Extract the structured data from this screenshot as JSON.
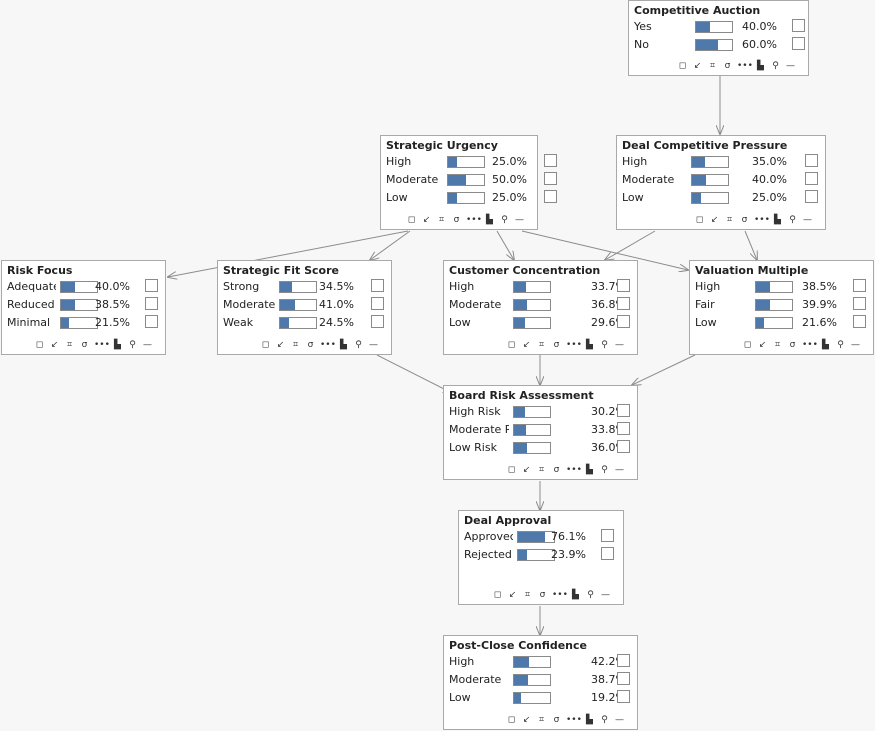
{
  "colors": {
    "bar_fill": "#4f79aa",
    "edge": "#8c8c8c",
    "background": "#f7f7f7"
  },
  "toolbar_icons": [
    "square-icon",
    "arrow-icon",
    "hash-icon",
    "sigma-icon",
    "more-icon",
    "histogram-icon",
    "search-icon",
    "minimize-icon"
  ],
  "toolbar_glyphs": [
    "◻",
    "↙",
    "⌗",
    "σ",
    "•••",
    "▙",
    "⚲",
    "—"
  ],
  "nodes": [
    {
      "id": "competitive-auction",
      "title": "Competitive Auction",
      "states": [
        {
          "label": "Yes",
          "value": 0.4,
          "pct": "40.0%"
        },
        {
          "label": "No",
          "value": 0.6,
          "pct": "60.0%"
        }
      ]
    },
    {
      "id": "strategic-urgency",
      "title": "Strategic Urgency",
      "states": [
        {
          "label": "High",
          "value": 0.25,
          "pct": "25.0%"
        },
        {
          "label": "Moderate",
          "value": 0.5,
          "pct": "50.0%"
        },
        {
          "label": "Low",
          "value": 0.25,
          "pct": "25.0%"
        }
      ]
    },
    {
      "id": "deal-competitive-pressure",
      "title": "Deal Competitive Pressure",
      "states": [
        {
          "label": "High",
          "value": 0.35,
          "pct": "35.0%"
        },
        {
          "label": "Moderate",
          "value": 0.4,
          "pct": "40.0%"
        },
        {
          "label": "Low",
          "value": 0.25,
          "pct": "25.0%"
        }
      ]
    },
    {
      "id": "risk-focus",
      "title": "Risk Focus",
      "states": [
        {
          "label": "Adequate",
          "value": 0.4,
          "pct": "40.0%"
        },
        {
          "label": "Reduced",
          "value": 0.385,
          "pct": "38.5%"
        },
        {
          "label": "Minimal",
          "value": 0.215,
          "pct": "21.5%"
        }
      ]
    },
    {
      "id": "strategic-fit-score",
      "title": "Strategic Fit Score",
      "states": [
        {
          "label": "Strong",
          "value": 0.345,
          "pct": "34.5%"
        },
        {
          "label": "Moderate",
          "value": 0.41,
          "pct": "41.0%"
        },
        {
          "label": "Weak",
          "value": 0.245,
          "pct": "24.5%"
        }
      ]
    },
    {
      "id": "customer-concentration",
      "title": "Customer Concentration",
      "states": [
        {
          "label": "High",
          "value": 0.337,
          "pct": "33.7%"
        },
        {
          "label": "Moderate",
          "value": 0.368,
          "pct": "36.8%"
        },
        {
          "label": "Low",
          "value": 0.296,
          "pct": "29.6%"
        }
      ]
    },
    {
      "id": "valuation-multiple",
      "title": "Valuation Multiple",
      "states": [
        {
          "label": "High",
          "value": 0.385,
          "pct": "38.5%"
        },
        {
          "label": "Fair",
          "value": 0.399,
          "pct": "39.9%"
        },
        {
          "label": "Low",
          "value": 0.216,
          "pct": "21.6%"
        }
      ]
    },
    {
      "id": "board-risk-assessment",
      "title": "Board Risk Assessment",
      "states": [
        {
          "label": "High Risk",
          "value": 0.302,
          "pct": "30.2%"
        },
        {
          "label": "Moderate R",
          "value": 0.338,
          "pct": "33.8%"
        },
        {
          "label": "Low Risk",
          "value": 0.36,
          "pct": "36.0%"
        }
      ]
    },
    {
      "id": "deal-approval",
      "title": "Deal Approval",
      "states": [
        {
          "label": "Approvec",
          "value": 0.761,
          "pct": "76.1%"
        },
        {
          "label": "Rejected",
          "value": 0.239,
          "pct": "23.9%"
        }
      ]
    },
    {
      "id": "post-close-confidence",
      "title": "Post-Close Confidence",
      "states": [
        {
          "label": "High",
          "value": 0.422,
          "pct": "42.2%"
        },
        {
          "label": "Moderate",
          "value": 0.387,
          "pct": "38.7%"
        },
        {
          "label": "Low",
          "value": 0.192,
          "pct": "19.2%"
        }
      ]
    }
  ],
  "edges": [
    {
      "from": "competitive-auction",
      "to": "deal-competitive-pressure"
    },
    {
      "from": "strategic-urgency",
      "to": "risk-focus"
    },
    {
      "from": "strategic-urgency",
      "to": "strategic-fit-score"
    },
    {
      "from": "strategic-urgency",
      "to": "customer-concentration"
    },
    {
      "from": "strategic-urgency",
      "to": "valuation-multiple"
    },
    {
      "from": "deal-competitive-pressure",
      "to": "customer-concentration"
    },
    {
      "from": "deal-competitive-pressure",
      "to": "valuation-multiple"
    },
    {
      "from": "strategic-fit-score",
      "to": "board-risk-assessment"
    },
    {
      "from": "customer-concentration",
      "to": "board-risk-assessment"
    },
    {
      "from": "valuation-multiple",
      "to": "board-risk-assessment"
    },
    {
      "from": "board-risk-assessment",
      "to": "deal-approval"
    },
    {
      "from": "deal-approval",
      "to": "post-close-confidence"
    }
  ]
}
